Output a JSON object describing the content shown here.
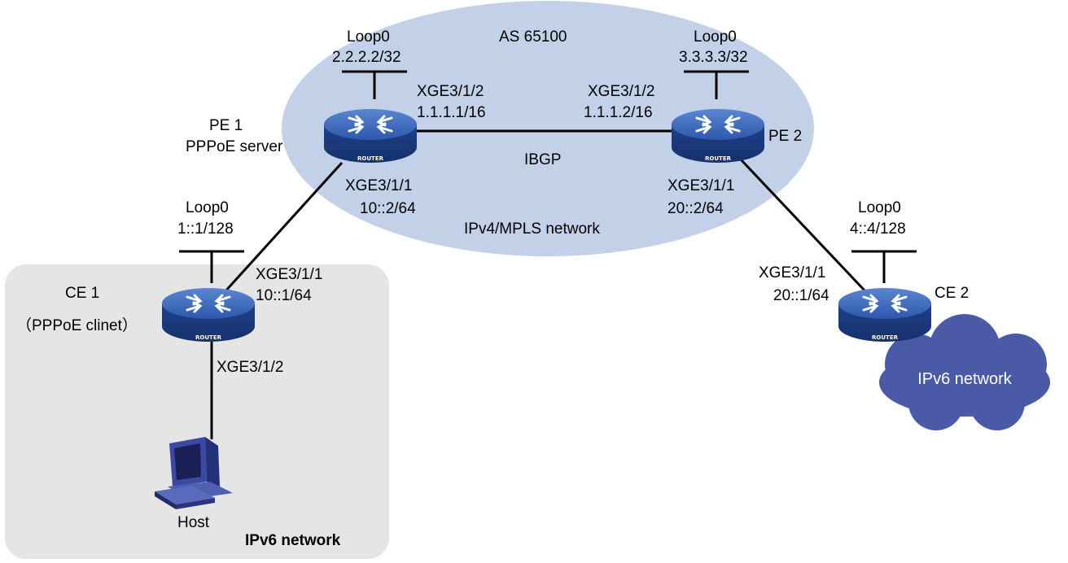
{
  "areas": {
    "as_label": "AS 65100",
    "core_label": "IPv4/MPLS network",
    "site1_label": "IPv6 network",
    "site2_label": "IPv6 network"
  },
  "routers": {
    "badge": "ROUTER",
    "pe1": {
      "name": "PE 1",
      "role": "PPPoE server",
      "loop_label": "Loop0",
      "loop_addr": "2.2.2.2/32"
    },
    "pe2": {
      "name": "PE 2",
      "loop_label": "Loop0",
      "loop_addr": "3.3.3.3/32"
    },
    "ce1": {
      "name": "CE 1",
      "role": "（PPPoE clinet）",
      "loop_label": "Loop0",
      "loop_addr": "1::1/128"
    },
    "ce2": {
      "name": "CE 2",
      "loop_label": "Loop0",
      "loop_addr": "4::4/128"
    }
  },
  "links": {
    "pe1_pe2": {
      "protocol": "IBGP",
      "pe1_if": "XGE3/1/2",
      "pe1_ip": "1.1.1.1/16",
      "pe2_if": "XGE3/1/2",
      "pe2_ip": "1.1.1.2/16"
    },
    "pe1_ce1": {
      "pe1_if": "XGE3/1/1",
      "pe1_ip": "10::2/64",
      "ce1_if": "XGE3/1/1",
      "ce1_ip": "10::1/64"
    },
    "pe2_ce2": {
      "pe2_if": "XGE3/1/1",
      "pe2_ip": "20::2/64",
      "ce2_if": "XGE3/1/1",
      "ce2_ip": "20::1/64"
    },
    "ce1_host": {
      "ce1_if": "XGE3/1/2"
    }
  },
  "host": {
    "label": "Host"
  },
  "colors": {
    "as_ellipse": "#c2d0e8",
    "site_box": "#e5e5e5",
    "cloud": "#4a5aa6",
    "router_body": "#2e56a8"
  }
}
